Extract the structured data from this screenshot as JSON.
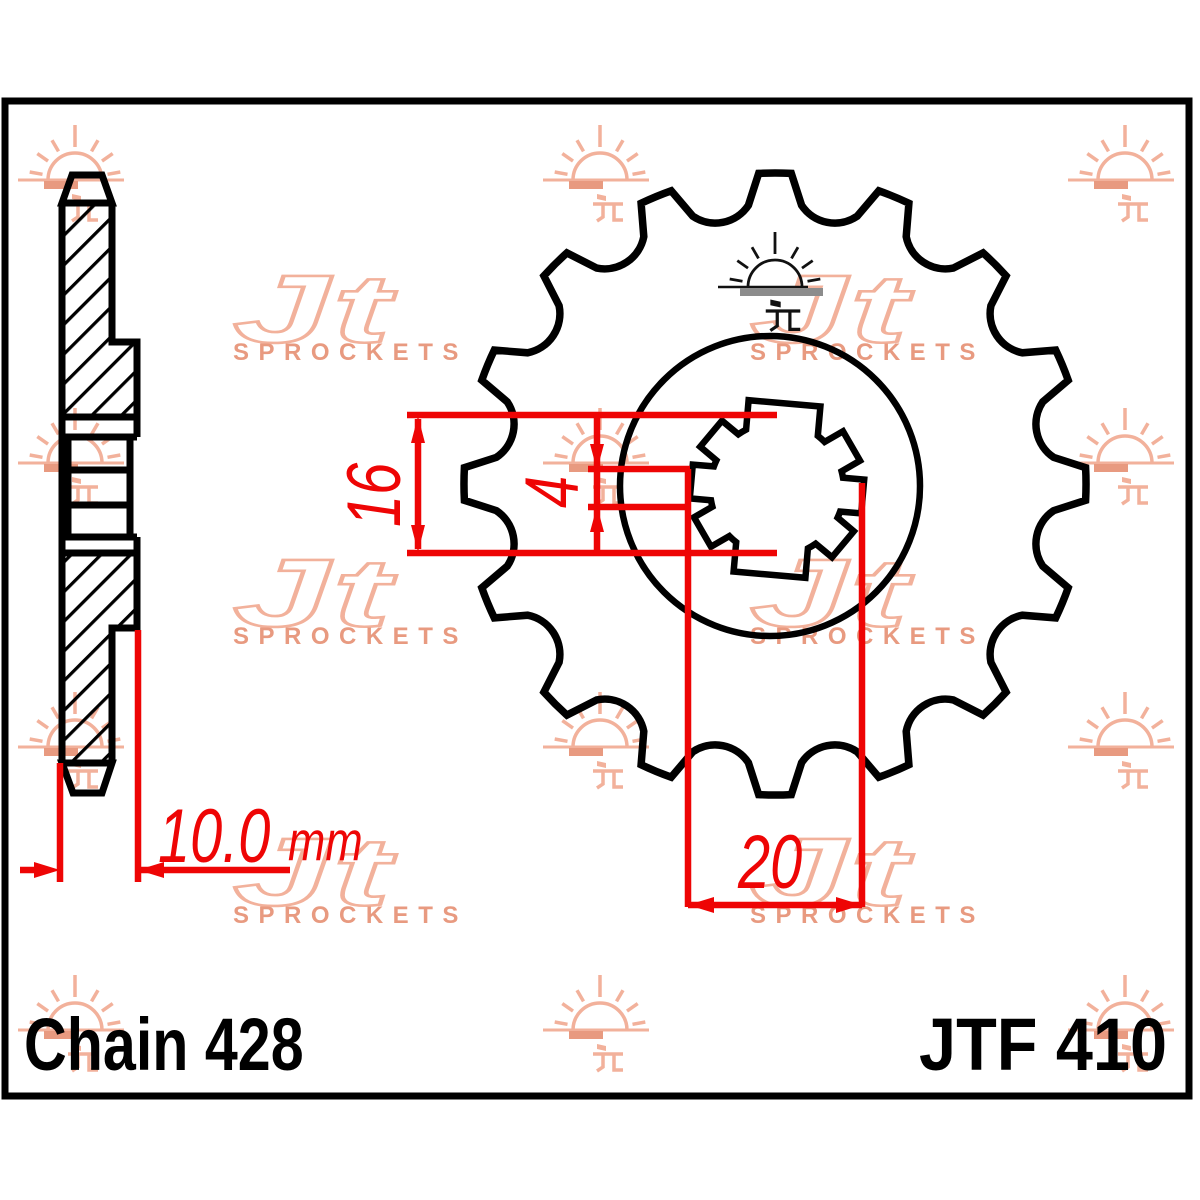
{
  "labels": {
    "chain": "Chain 428",
    "part_number": "JTF 410"
  },
  "dimensions": {
    "face_width": "10.0",
    "face_width_unit": "mm",
    "spline_height": "16",
    "groove_width": "4",
    "across_flats": "20"
  },
  "watermark": {
    "brand": "Jt",
    "subtitle": "SPROCKETS"
  },
  "icons": {
    "sun_logo": "rising-sun-jt-mark",
    "watermark_sun": "rising-sun-watermark",
    "brand_logo": "jt-sprockets-logo"
  },
  "diagram": {
    "type": "technical-drawing",
    "subject": "front motorcycle sprocket",
    "views": [
      "side-section",
      "front"
    ],
    "teeth_count": 16,
    "spline_notch_count": 8
  },
  "colors": {
    "line": "#000000",
    "dimension_red": "#ee0505",
    "watermark_peach": "#f2b19b",
    "watermark_accent": "#e89a80",
    "logo_gray": "#8c8c8c",
    "background": "#ffffff"
  }
}
